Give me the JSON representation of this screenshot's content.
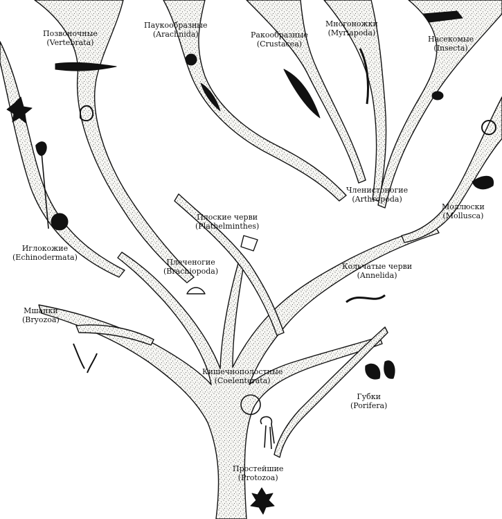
{
  "taxa": [
    {
      "id": "vertebrata",
      "ru": "Позвоночные",
      "lat": "(Vertebrata)"
    },
    {
      "id": "arachnida",
      "ru": "Паукообразные",
      "lat": "(Arachnida)"
    },
    {
      "id": "crustacea",
      "ru": "Ракообразные",
      "lat": "(Crustacea)"
    },
    {
      "id": "myriapoda",
      "ru": "Многоножки",
      "lat": "(Myriapoda)"
    },
    {
      "id": "insecta",
      "ru": "Насекомые",
      "lat": "(Insecta)"
    },
    {
      "id": "echinodermata",
      "ru": "Иглокожие",
      "lat": "(Echinodermata)"
    },
    {
      "id": "plathelminthes",
      "ru": "Плоские черви",
      "lat": "(Plathelminthes)"
    },
    {
      "id": "arthropoda",
      "ru": "Членистоногие",
      "lat": "(Arthropoda)"
    },
    {
      "id": "mollusca",
      "ru": "Моллюски",
      "lat": "(Mollusca)"
    },
    {
      "id": "brachiopoda",
      "ru": "Плеченогие",
      "lat": "(Brachiopoda)"
    },
    {
      "id": "annelida",
      "ru": "Кольчатые черви",
      "lat": "(Annelida)"
    },
    {
      "id": "bryozoa",
      "ru": "Мшанки",
      "lat": "(Bryozoa)"
    },
    {
      "id": "coelenterata",
      "ru": "Кишечнополостные",
      "lat": "(Coelenterata)"
    },
    {
      "id": "porifera",
      "ru": "Губки",
      "lat": "(Porifera)"
    },
    {
      "id": "protozoa",
      "ru": "Простейшие",
      "lat": "(Protozoa)"
    }
  ],
  "colors": {
    "ink": "#111111",
    "branch_fill": "#f7f7f4",
    "stipple": "#222222"
  }
}
